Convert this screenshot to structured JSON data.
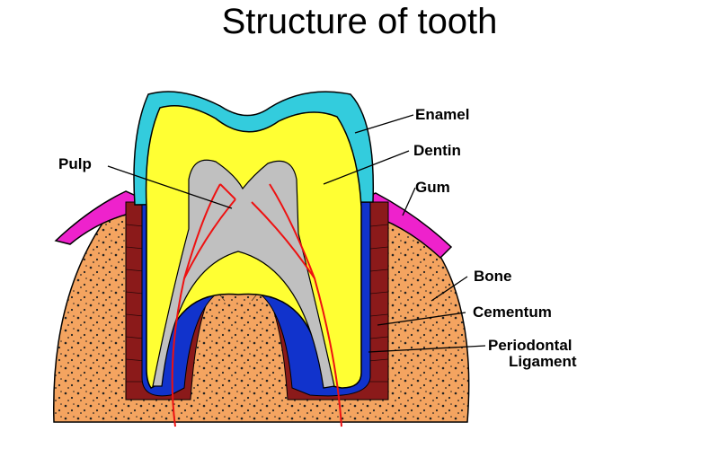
{
  "title": "Structure of tooth",
  "labels": {
    "enamel": "Enamel",
    "dentin": "Dentin",
    "pulp": "Pulp",
    "gum": "Gum",
    "bone": "Bone",
    "cementum": "Cementum",
    "periodontal_line1": "Periodontal",
    "periodontal_line2": "Ligament"
  },
  "colors": {
    "enamel": "#33CCDD",
    "dentin": "#FFFF33",
    "pulp": "#C0C0C0",
    "nerve": "#EE1111",
    "gum": "#EE22CC",
    "bone": "#F4A460",
    "ligament": "#8B1A1A",
    "cementum": "#1133CC"
  }
}
